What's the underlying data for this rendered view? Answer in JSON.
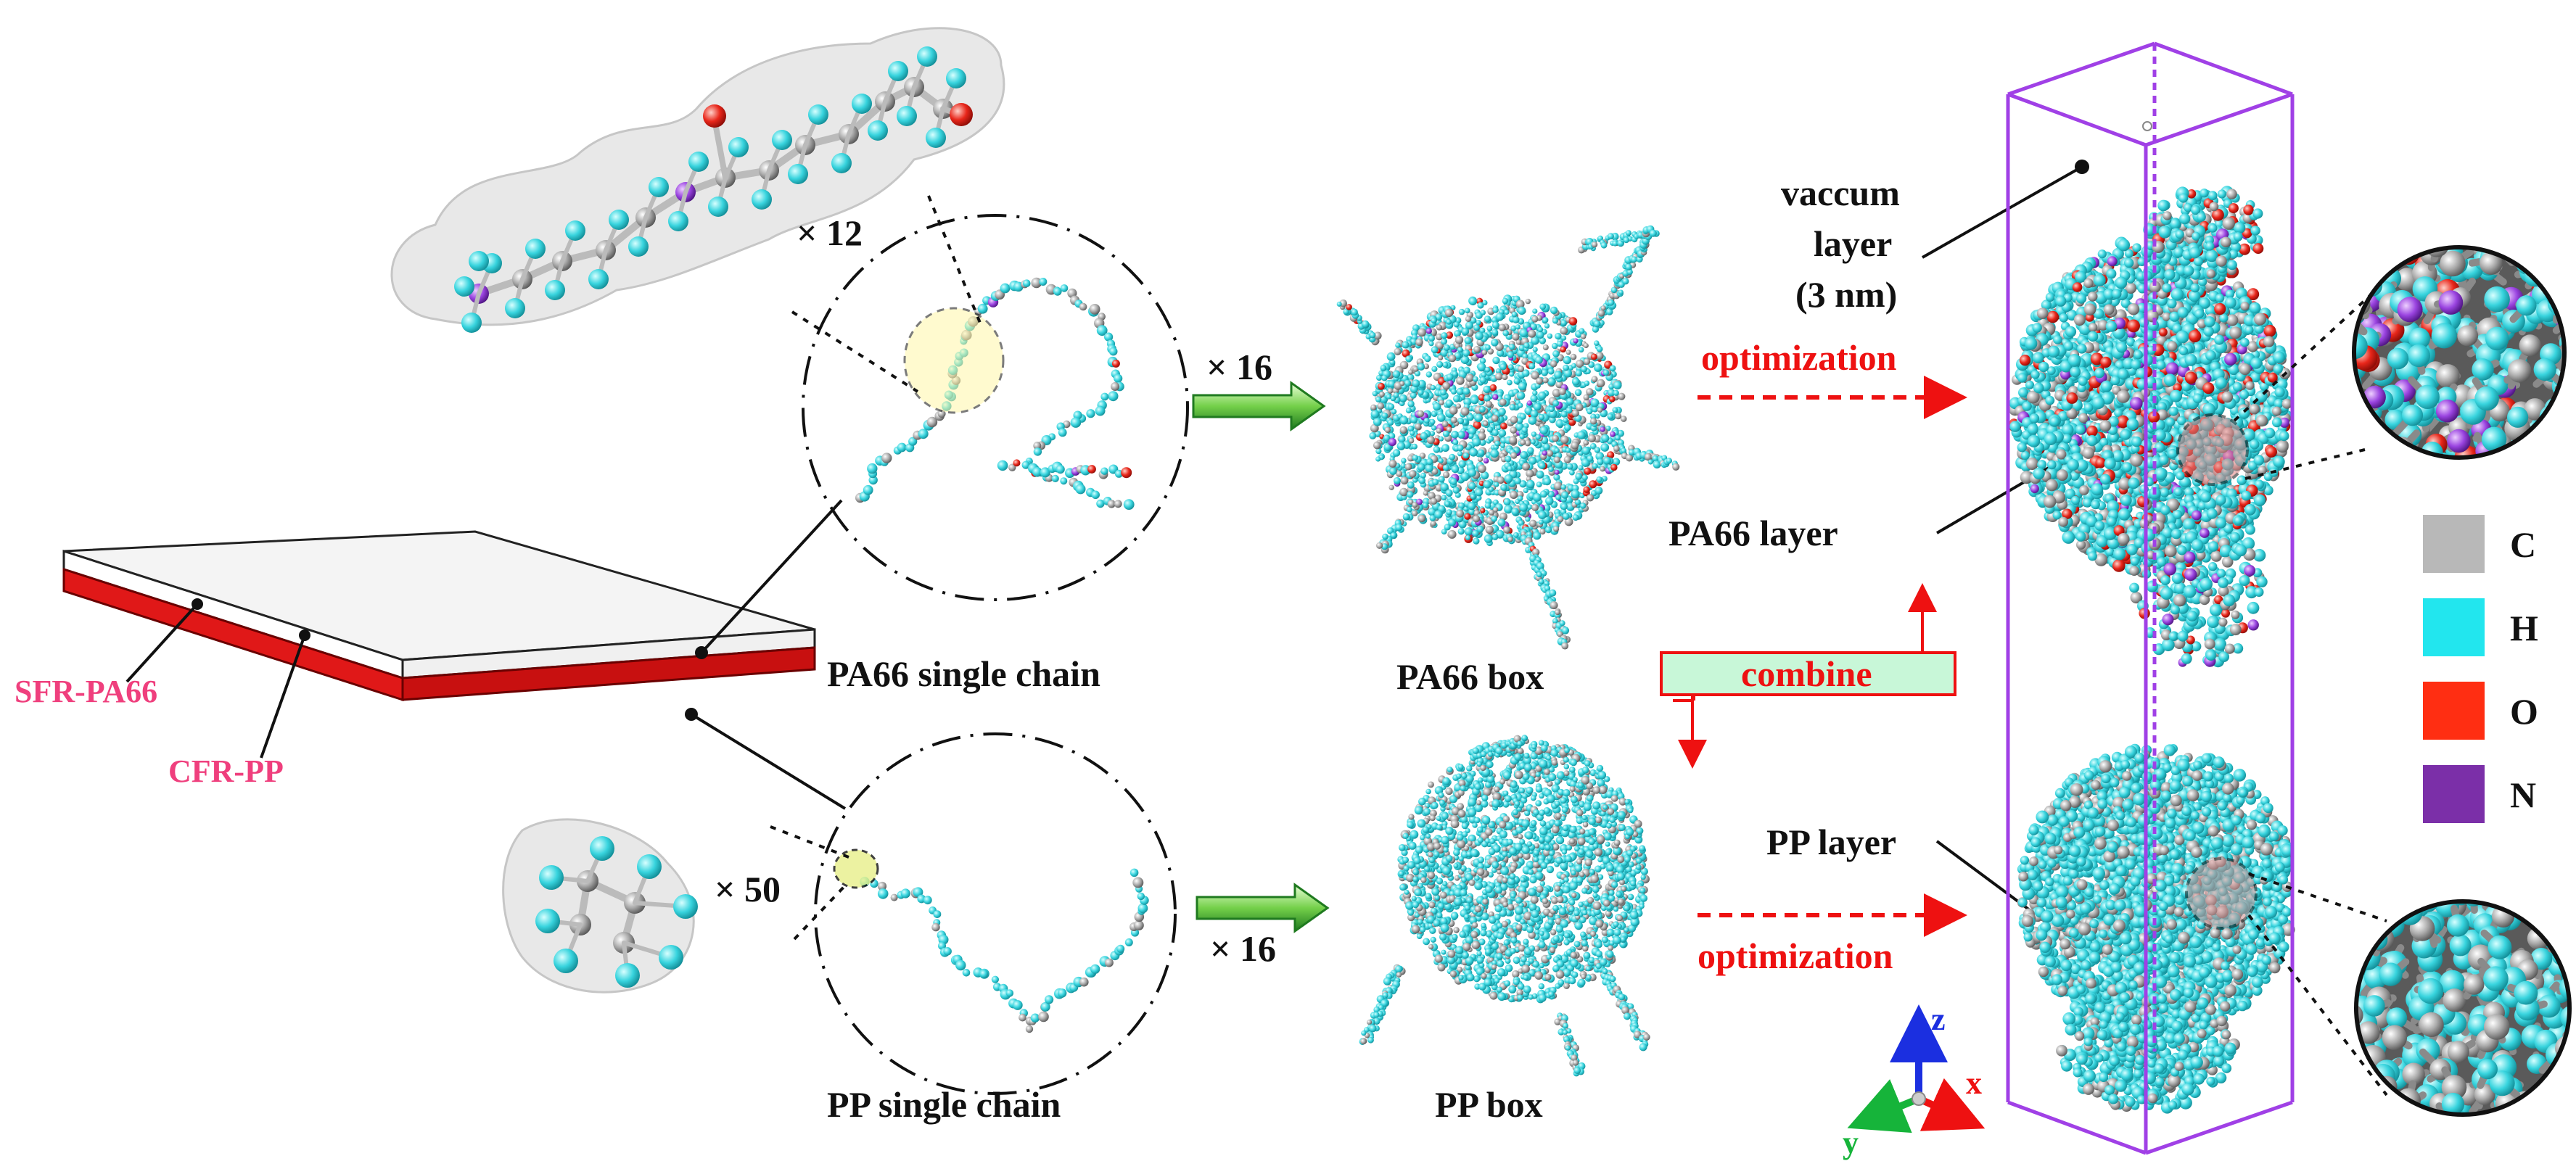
{
  "labels": {
    "pa66_repeat_multiplier": "× 12",
    "pp_repeat_multiplier": "× 50",
    "pa66_chain_multiplier": "× 16",
    "pp_chain_multiplier": "× 16",
    "pa66_single_chain": "PA66 single chain",
    "pp_single_chain": "PP single chain",
    "pa66_box": "PA66 box",
    "pp_box": "PP box",
    "sfr_pa66": "SFR-PA66",
    "cfr_pp": "CFR-PP",
    "combine": "combine",
    "optimization_top": "optimization",
    "optimization_bottom": "optimization",
    "vacuum_line1": "vaccum",
    "vacuum_line2": "layer",
    "vacuum_line3": "(3 nm)",
    "pa66_layer": "PA66 layer",
    "pp_layer": "PP layer"
  },
  "axes": {
    "x": "x",
    "y": "y",
    "z": "z"
  },
  "legend": [
    {
      "symbol": "C",
      "color": "#b8b8b8"
    },
    {
      "symbol": "H",
      "color": "#22e6ee"
    },
    {
      "symbol": "O",
      "color": "#ff2e12"
    },
    {
      "symbol": "N",
      "color": "#7b2fa8"
    }
  ],
  "colors": {
    "hydrogen": "#3fd6e0",
    "carbon": "#9a9a9a",
    "oxygen": "#e8261a",
    "nitrogen": "#8b3fd0",
    "box_frame": "#a040e6",
    "arrow_green": "#2aa02a",
    "accent_red": "#ee1111",
    "combine_fill": "#c8f7d8",
    "plate_top": "#f4f4f4",
    "plate_bottom": "#d41414"
  }
}
